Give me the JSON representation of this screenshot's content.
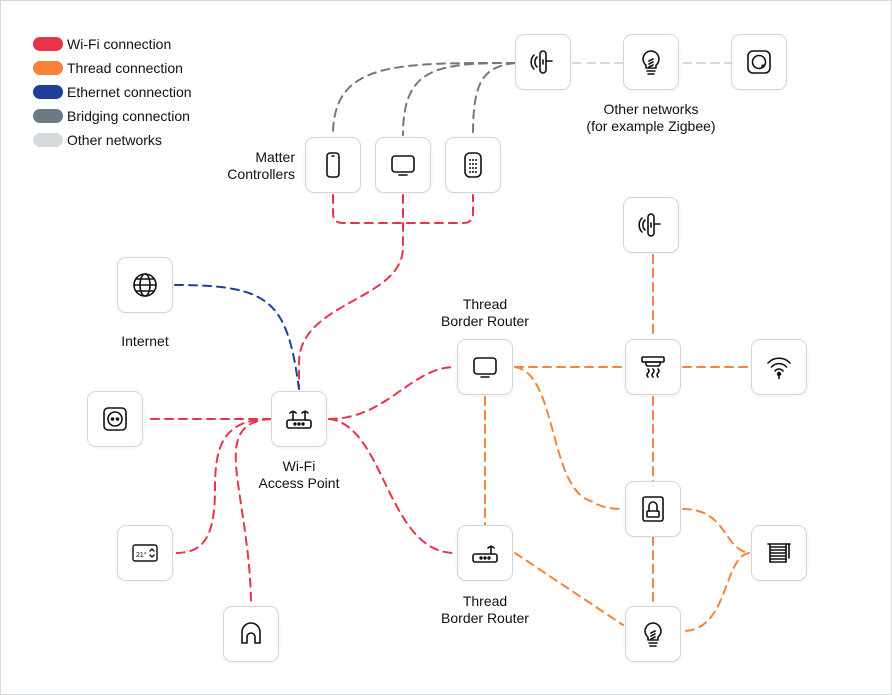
{
  "legend": [
    {
      "label": "Wi-Fi connection",
      "color": "#e8334a"
    },
    {
      "label": "Thread connection",
      "color": "#f5843a"
    },
    {
      "label": "Ethernet connection",
      "color": "#1e3f9a"
    },
    {
      "label": "Bridging connection",
      "color": "#6c7a86"
    },
    {
      "label": "Other networks",
      "color": "#d5dbdc"
    }
  ],
  "labels": {
    "other_networks": {
      "line1": "Other networks",
      "line2": "(for example Zigbee)"
    },
    "matter_controllers": {
      "line1": "Matter",
      "line2": "Controllers"
    },
    "internet": "Internet",
    "thread_border_router_top": {
      "line1": "Thread",
      "line2": "Border Router"
    },
    "wifi_access_point": {
      "line1": "Wi-Fi",
      "line2": "Access Point"
    },
    "thread_border_router_bottom": {
      "line1": "Thread",
      "line2": "Border Router"
    }
  },
  "thermostat_display": "21°",
  "nodes": [
    {
      "id": "bridge",
      "icon": "bridge-plug-icon"
    },
    {
      "id": "zigbee-bulb",
      "icon": "bulb-icon"
    },
    {
      "id": "zigbee-switch",
      "icon": "wall-switch-icon"
    },
    {
      "id": "controller-phone",
      "icon": "phone-icon"
    },
    {
      "id": "controller-tv",
      "icon": "tv-icon"
    },
    {
      "id": "controller-speaker",
      "icon": "speaker-icon"
    },
    {
      "id": "internet-globe",
      "icon": "globe-icon"
    },
    {
      "id": "thread-plug",
      "icon": "smart-plug-icon"
    },
    {
      "id": "outlet",
      "icon": "power-outlet-icon"
    },
    {
      "id": "wifi-ap",
      "icon": "router-icon"
    },
    {
      "id": "tbr-tv",
      "icon": "tv-icon"
    },
    {
      "id": "smoke-detector",
      "icon": "smoke-detector-icon"
    },
    {
      "id": "wifi-device",
      "icon": "wifi-signal-icon"
    },
    {
      "id": "thermostat",
      "icon": "thermostat-icon"
    },
    {
      "id": "home-hub",
      "icon": "home-icon"
    },
    {
      "id": "door-lock",
      "icon": "door-lock-icon"
    },
    {
      "id": "blinds",
      "icon": "blinds-icon"
    },
    {
      "id": "tbr-router",
      "icon": "router-icon"
    },
    {
      "id": "thread-bulb",
      "icon": "bulb-icon"
    }
  ],
  "connections": [
    {
      "from": "controller-phone",
      "to": "controller-speaker",
      "type": "wifi"
    },
    {
      "from": "controller-tv",
      "to": "wifi-ap",
      "type": "wifi"
    },
    {
      "from": "wifi-ap",
      "to": "outlet",
      "type": "wifi"
    },
    {
      "from": "wifi-ap",
      "to": "thermostat",
      "type": "wifi"
    },
    {
      "from": "wifi-ap",
      "to": "home-hub",
      "type": "wifi"
    },
    {
      "from": "wifi-ap",
      "to": "tbr-tv",
      "type": "wifi"
    },
    {
      "from": "wifi-ap",
      "to": "tbr-router",
      "type": "wifi"
    },
    {
      "from": "internet-globe",
      "to": "wifi-ap",
      "type": "ethernet"
    },
    {
      "from": "bridge",
      "to": "controller-phone",
      "type": "bridging"
    },
    {
      "from": "bridge",
      "to": "controller-tv",
      "type": "bridging"
    },
    {
      "from": "bridge",
      "to": "controller-speaker",
      "type": "bridging"
    },
    {
      "from": "bridge",
      "to": "zigbee-bulb",
      "type": "other"
    },
    {
      "from": "zigbee-bulb",
      "to": "zigbee-switch",
      "type": "other"
    },
    {
      "from": "tbr-tv",
      "to": "wifi-device",
      "type": "thread"
    },
    {
      "from": "thread-plug",
      "to": "smoke-detector",
      "type": "thread"
    },
    {
      "from": "smoke-detector",
      "to": "thread-bulb",
      "type": "thread"
    },
    {
      "from": "tbr-tv",
      "to": "tbr-router",
      "type": "thread"
    },
    {
      "from": "tbr-tv",
      "to": "door-lock",
      "type": "thread"
    },
    {
      "from": "door-lock",
      "to": "blinds",
      "type": "thread"
    },
    {
      "from": "blinds",
      "to": "thread-bulb",
      "type": "thread"
    },
    {
      "from": "tbr-router",
      "to": "thread-bulb",
      "type": "thread"
    }
  ]
}
